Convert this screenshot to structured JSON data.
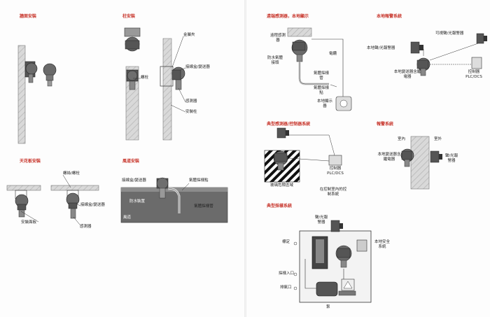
{
  "left_page": {
    "sections": [
      {
        "title": "牆面安裝"
      },
      {
        "title": "柱安裝",
        "labels": [
          "金屬夾",
          "螺栓",
          "接線盒/變送器",
          "感測器",
          "安裝柱"
        ]
      },
      {
        "title": "天花板安裝",
        "labels": [
          "螺絲/螺栓",
          "接線盒/變送器",
          "安裝面板",
          "感測器"
        ]
      },
      {
        "title": "風道安裝",
        "labels": [
          "接線盒/變送器",
          "氣體採樣點",
          "防水裝置",
          "氣體採樣管",
          "風道"
        ]
      }
    ]
  },
  "right_page": {
    "sections": [
      {
        "title": "遠端感測器，本地顯示",
        "labels": [
          "遠程感測器",
          "防水氣體接頭",
          "電纜",
          "氣體採樣管",
          "氣體採樣點",
          "本地顯示器"
        ]
      },
      {
        "title": "本地報警系統",
        "labels": [
          "可視聲/光報警器",
          "本地聲/光報警器",
          "本地變送器含繼電器",
          "控制器PLC/DCS"
        ]
      },
      {
        "title": "典型感測器/控制器系統",
        "labels": [
          "控制器PLC/DCS",
          "玻璃危險區域",
          "在控制室內的控制系統"
        ]
      },
      {
        "title": "報警系統",
        "labels": [
          "室內",
          "室外",
          "本地變送器含繼電器",
          "聲/光報警器"
        ]
      },
      {
        "title": "典型採樣系統",
        "labels": [
          "聲/光報警器",
          "標定",
          "本地安全系統",
          "採樣入口",
          "排氣口",
          "泵"
        ]
      }
    ]
  }
}
